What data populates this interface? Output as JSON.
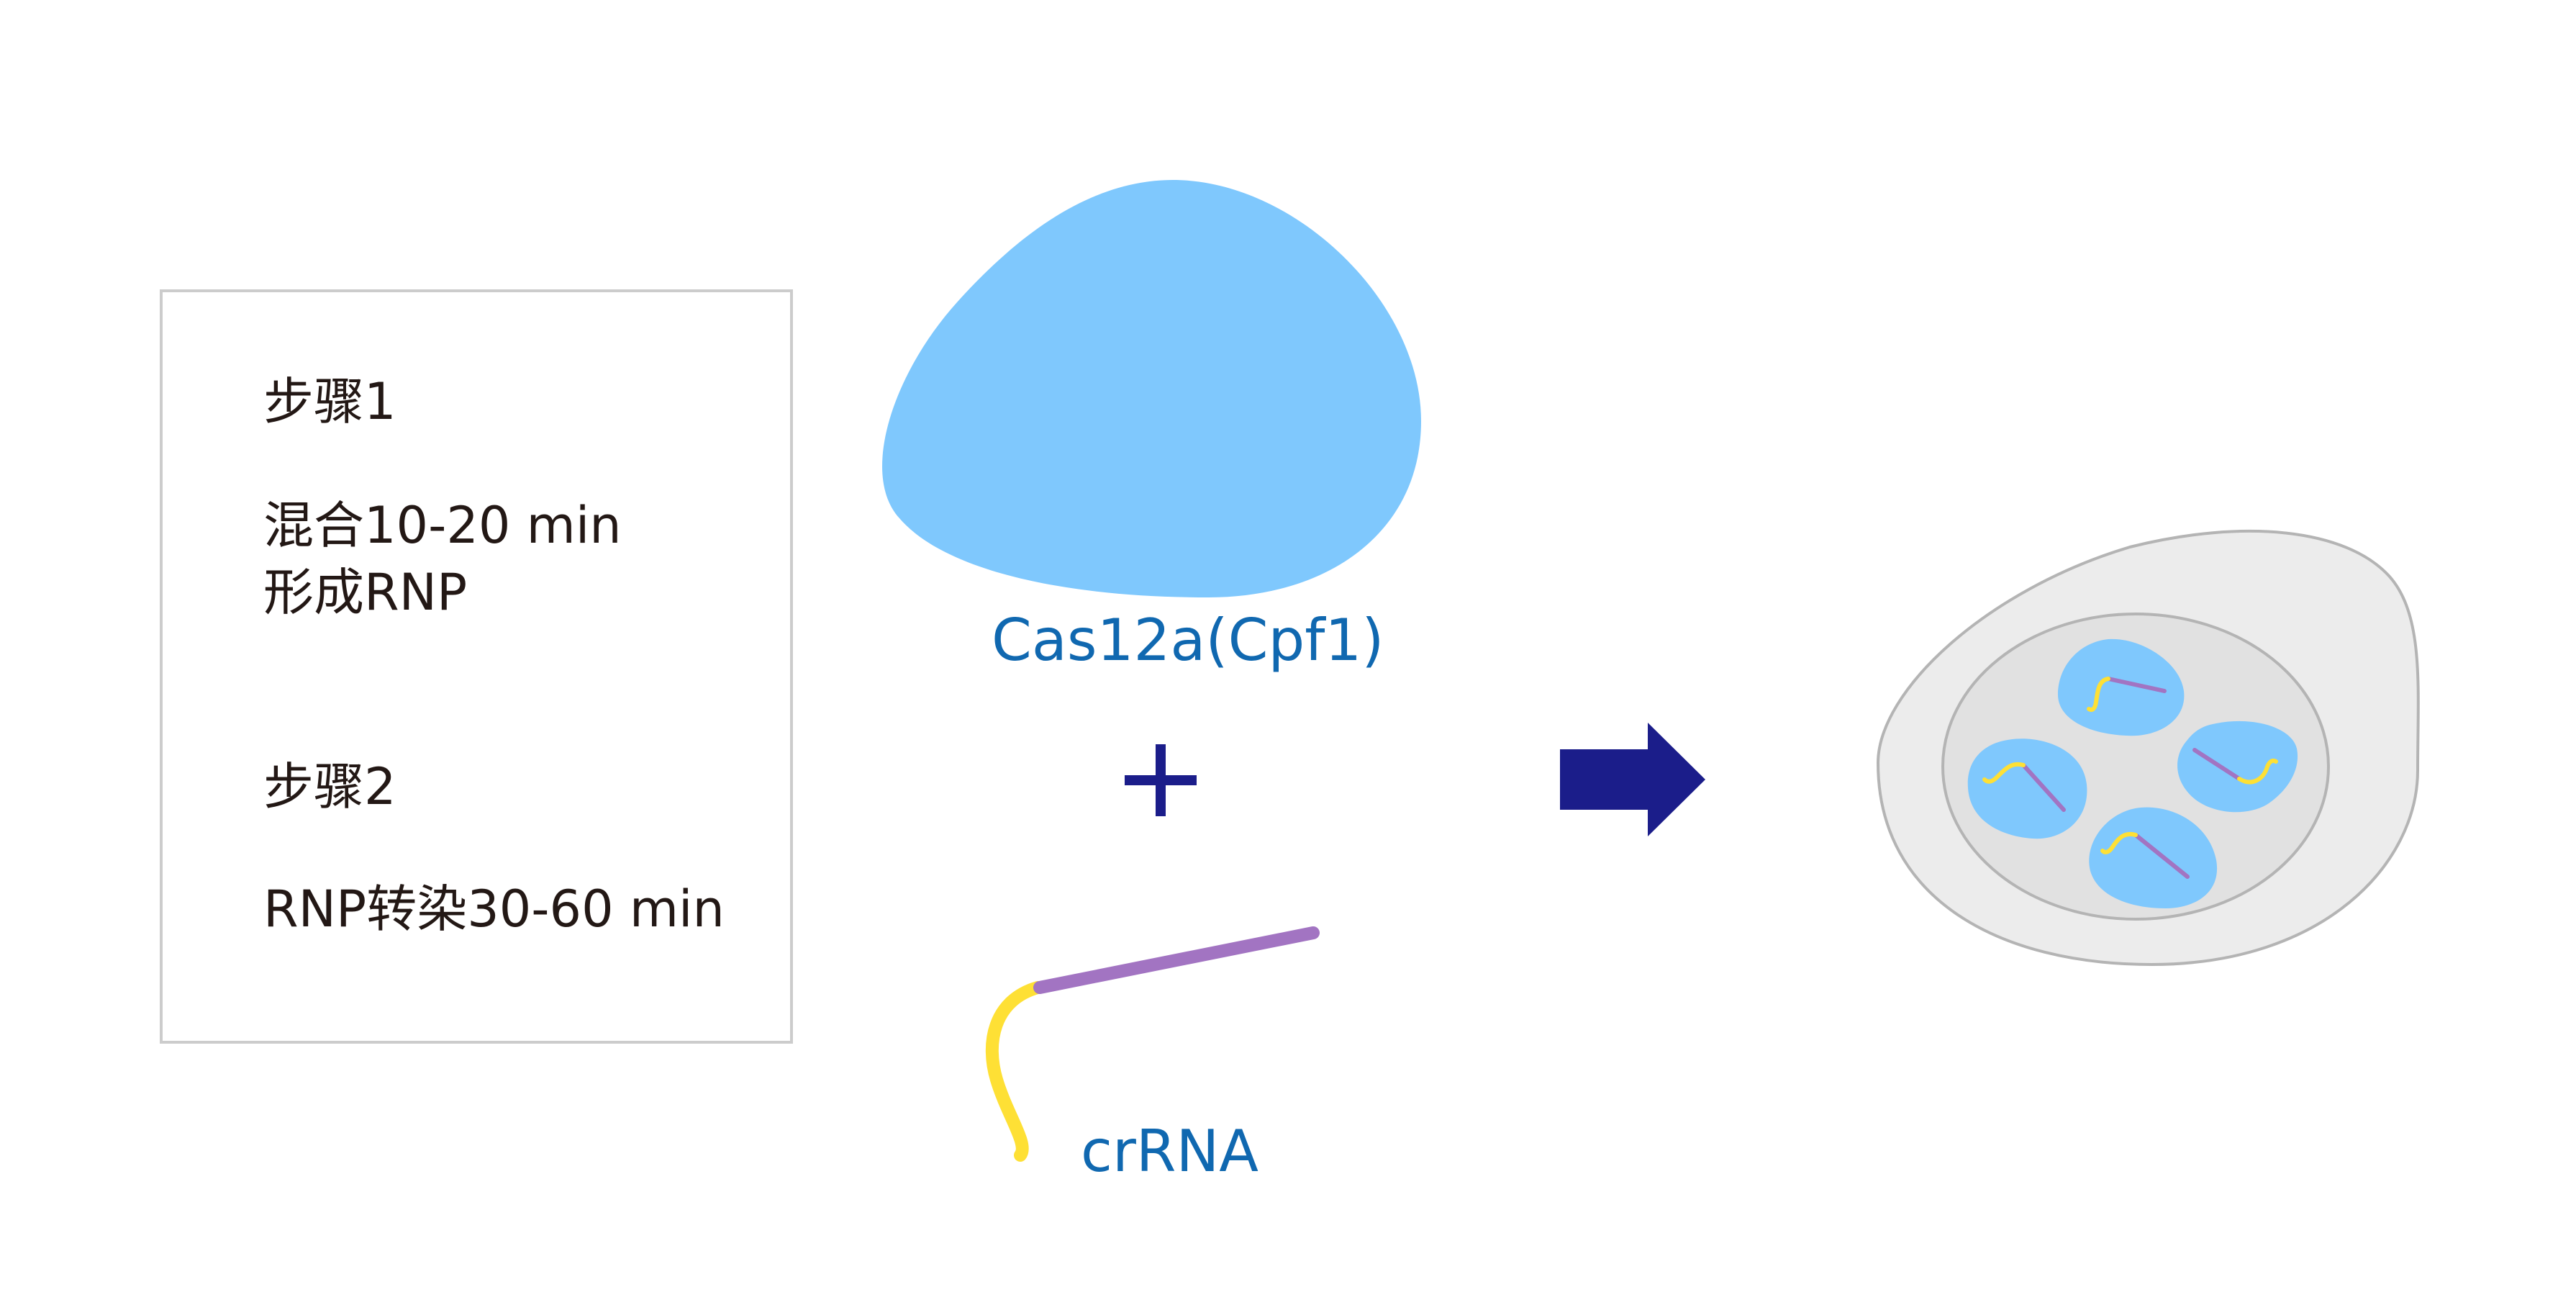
{
  "colors": {
    "box_border": "#cccccc",
    "step_text": "#231815",
    "label_blue": "#1068b0",
    "protein_blue": "#7fc8fd",
    "plus_navy": "#1b1d8a",
    "arrow_navy": "#1b1d8a",
    "crrna_purple": "#a274c2",
    "crrna_yellow": "#fee035",
    "cell_outer_fill": "#ececec",
    "cell_outer_stroke": "#b4b4b4",
    "cell_inner_fill": "#e1e1e1",
    "cell_inner_stroke": "#b4b4b4"
  },
  "steps": {
    "step1_title": "步骤1",
    "step1_line1": "混合10-20 min",
    "step1_line2": "形成RNP",
    "step2_title": "步骤2",
    "step2_line1": "RNP转染30-60 min"
  },
  "labels": {
    "protein": "Cas12a(Cpf1)",
    "guide": "crRNA"
  }
}
